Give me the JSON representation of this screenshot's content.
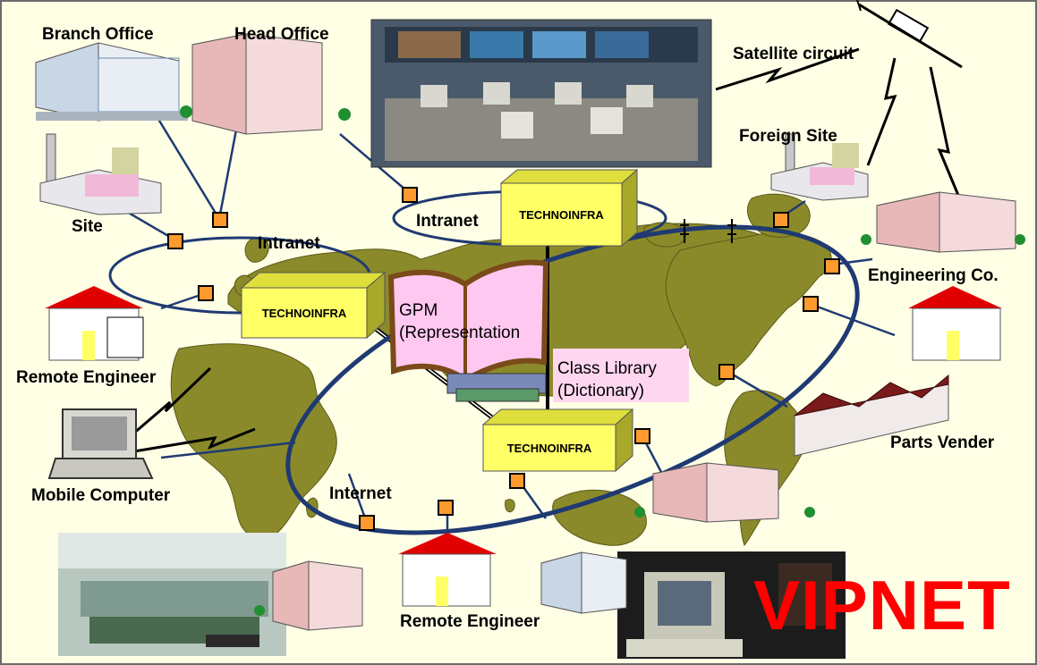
{
  "labels": {
    "branch_office": "Branch Office",
    "head_office": "Head Office",
    "satellite": "Satellite circuit",
    "foreign_site": "Foreign Site",
    "site": "Site",
    "intranet_left": "Intranet",
    "intranet_top": "Intranet",
    "engineering": "Engineering Co.",
    "remote_engineer_left": "Remote Engineer",
    "remote_engineer_bottom": "Remote Engineer",
    "mobile_computer": "Mobile Computer",
    "internet": "Internet",
    "parts_vender": "Parts Vender"
  },
  "nodes": {
    "box_top": "TECHNOINFRA",
    "box_left": "TECHNOINFRA",
    "box_bottom": "TECHNOINFRA"
  },
  "book": {
    "line1": "GPM",
    "line2": "(Representation"
  },
  "class_library": {
    "line1": "Class Library",
    "line2": "(Dictionary)"
  },
  "brand": "VIPNET",
  "colors": {
    "background": "#ffffe6",
    "map_land": "#8b8a2a",
    "ring": "#1f3a73",
    "node_fill": "#ff9a2e",
    "box_front": "#ffff66",
    "box_top": "#dede3c",
    "box_side": "#a8a82a",
    "book_pages": "#ffc8f0",
    "book_outline": "#7a4a1a",
    "brand": "#ff0000"
  }
}
